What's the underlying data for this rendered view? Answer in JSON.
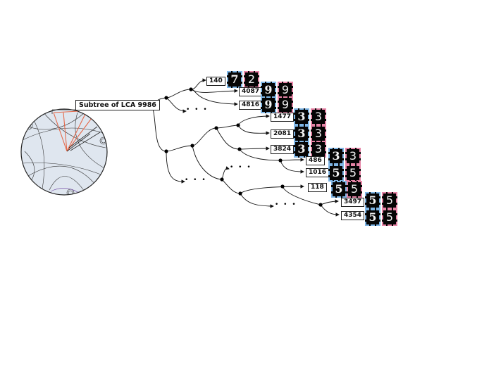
{
  "subtree_title": "Subtree of LCA 9986",
  "ellipsis": "• • •",
  "leaves": [
    {
      "id": "140",
      "blue_digit": "7",
      "pink_digit": "2"
    },
    {
      "id": "4087",
      "blue_digit": "9",
      "pink_digit": "9"
    },
    {
      "id": "4816",
      "blue_digit": "9",
      "pink_digit": "9"
    },
    {
      "id": "1477",
      "blue_digit": "3",
      "pink_digit": "3"
    },
    {
      "id": "2081",
      "blue_digit": "3",
      "pink_digit": "3"
    },
    {
      "id": "3824",
      "blue_digit": "3",
      "pink_digit": "3"
    },
    {
      "id": "486",
      "blue_digit": "3",
      "pink_digit": "3"
    },
    {
      "id": "1016",
      "blue_digit": "5",
      "pink_digit": "5"
    },
    {
      "id": "118",
      "blue_digit": "5",
      "pink_digit": "5"
    },
    {
      "id": "3497",
      "blue_digit": "5",
      "pink_digit": "5"
    },
    {
      "id": "4354",
      "blue_digit": "5",
      "pink_digit": "5"
    }
  ],
  "colors": {
    "disk_fill": "#dfe6ef",
    "thumb_blue_border": "#7fb6e6",
    "thumb_pink_border": "#e684a6",
    "highlight_edges": "#e4694a"
  }
}
